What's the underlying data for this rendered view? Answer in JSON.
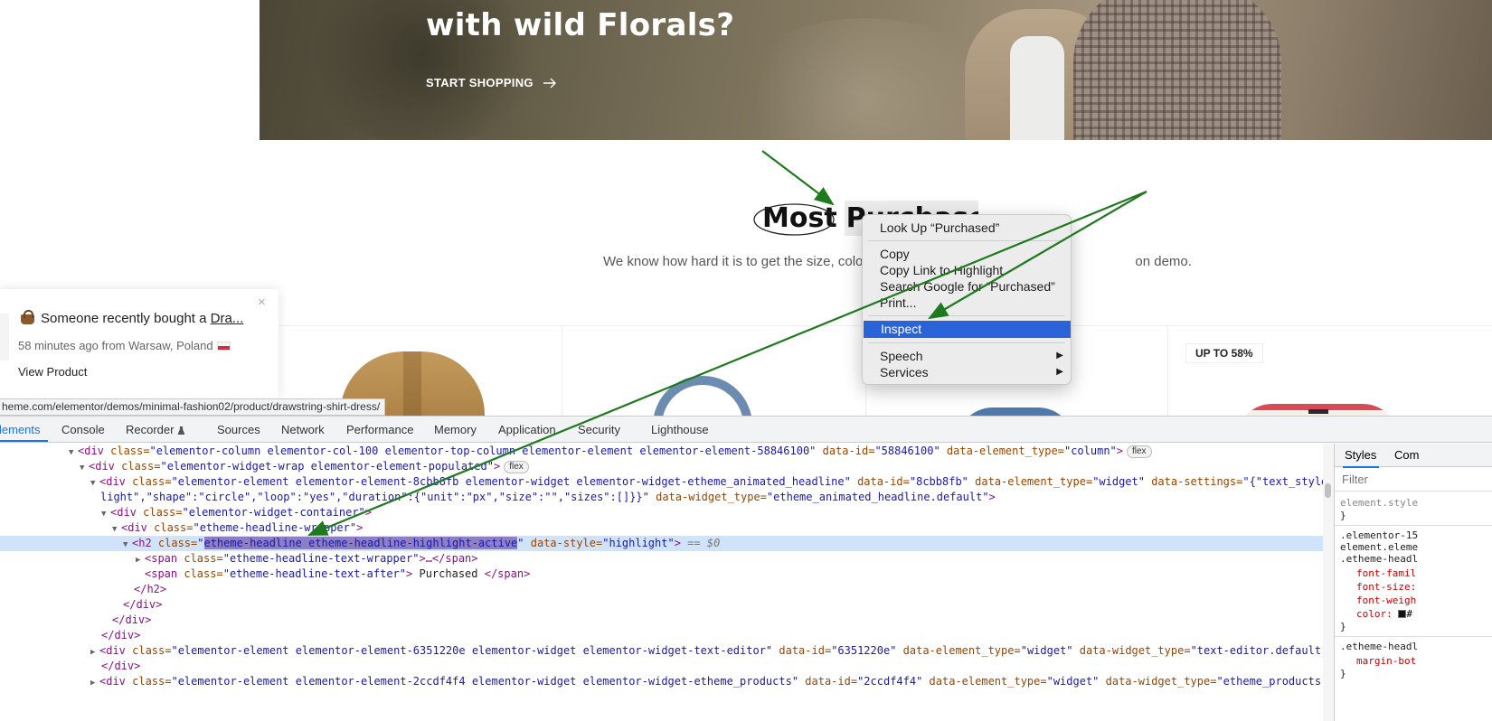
{
  "hero": {
    "title": "with wild Florals?",
    "cta_label": "START SHOPPING"
  },
  "section": {
    "headline_before": "Most",
    "headline_after": "Purchased",
    "subtext_start": "We know how hard it is to get the size, color",
    "subtext_end": "on demo."
  },
  "products": {
    "sale_badge": "UP TO 58%"
  },
  "notification": {
    "text": "Someone recently bought a",
    "product_link": "Dra...",
    "time": "58 minutes ago from Warsaw, Poland",
    "view_label": "View Product",
    "close": "×"
  },
  "status_url": "heme.com/elementor/demos/minimal-fashion02/product/drawstring-shirt-dress/",
  "context_menu": {
    "items": [
      "Look Up “Purchased”",
      "Copy",
      "Copy Link to Highlight",
      "Search Google for “Purchased”",
      "Print...",
      "Inspect",
      "Speech",
      "Services"
    ]
  },
  "devtools": {
    "tabs": [
      "lements",
      "Console",
      "Recorder",
      "Sources",
      "Network",
      "Performance",
      "Memory",
      "Application",
      "Security",
      "Lighthouse"
    ],
    "dom": {
      "l1": {
        "tag": "<div ",
        "a1": "class=",
        "v1": "\"elementor-column elementor-col-100 elementor-top-column elementor-element elementor-element-58846100\"",
        "a2": " data-id=",
        "v2": "\"58846100\"",
        "a3": " data-element_type=",
        "v3": "\"column\"",
        "close": ">",
        "pill": "flex"
      },
      "l2": {
        "tag": "<div ",
        "a1": "class=",
        "v1": "\"elementor-widget-wrap elementor-element-populated\"",
        "close": ">",
        "pill": "flex"
      },
      "l3": {
        "tag": "<div ",
        "a1": "class=",
        "v1": "\"elementor-element elementor-element-8cbb8fb elementor-widget elementor-widget-etheme_animated_headline\"",
        "a2": " data-id=",
        "v2": "\"8cbb8fb\"",
        "a3": " data-element_type=",
        "v3": "\"widget\"",
        "a4": " data-settings=",
        "v4": "\"{\"text_style\":\"high"
      },
      "l3b": {
        "v": "light\",\"shape\":\"circle\",\"loop\":\"yes\",\"duration\":{\"unit\":\"px\",\"size\":\"\",\"sizes\":[]}}\"",
        "a": " data-widget_type=",
        "v2": "\"etheme_animated_headline.default\"",
        "close": ">"
      },
      "l4": {
        "tag": "<div ",
        "a1": "class=",
        "v1": "\"elementor-widget-container\"",
        "close": ">"
      },
      "l5": {
        "tag": "<div ",
        "a1": "class=",
        "v1": "\"etheme-headline-wrapper\"",
        "close": ">"
      },
      "l6": {
        "tag": "<h2 ",
        "a1": "class=",
        "q": "\"",
        "v1": "etheme-headline etheme-headline-highlight-active",
        "a2": " data-style=",
        "v2": "\"highlight\"",
        "close": ">",
        "eq": " == ",
        "dollar": "$0"
      },
      "l7": {
        "tag": "<span ",
        "a1": "class=",
        "v1": "\"etheme-headline-text-wrapper\"",
        "close": ">…</span>"
      },
      "l8": {
        "tag": "<span ",
        "a1": "class=",
        "v1": "\"etheme-headline-text-after\"",
        "close": ">",
        "text": " Purchased ",
        "end": "</span>"
      },
      "l9": "</h2>",
      "l10": "</div>",
      "l11": "</div>",
      "l12": "</div>",
      "l13": {
        "tag": "<div ",
        "a1": "class=",
        "v1": "\"elementor-element elementor-element-6351220e elementor-widget elementor-widget-text-editor\"",
        "a2": " data-id=",
        "v2": "\"6351220e\"",
        "a3": " data-element_type=",
        "v3": "\"widget\"",
        "a4": " data-widget_type=",
        "v4": "\"text-editor.default\"",
        "close": ">…"
      },
      "l14": "</div>",
      "l15": {
        "tag": "<div ",
        "a1": "class=",
        "v1": "\"elementor-element elementor-element-2ccdf4f4 elementor-widget elementor-widget-etheme_products\"",
        "a2": " data-id=",
        "v2": "\"2ccdf4f4\"",
        "a3": " data-element_type=",
        "v3": "\"widget\"",
        "a4": " data-widget_type=",
        "v4": "\"etheme_products.defaul"
      }
    },
    "styles": {
      "tabs": [
        "Styles",
        "Com"
      ],
      "filter_placeholder": "Filter",
      "r1_sel": "element.style",
      "r1_close": "}",
      "r2_sel1": ".elementor-15",
      "r2_sel2": "element.eleme",
      "r2_sel3": ".etheme-headl",
      "r2_p1": "font-famil",
      "r2_p2": "font-size:",
      "r2_p3": "font-weigh",
      "r2_p4": "color:",
      "r2_v4": "#",
      "r2_close": "}",
      "r3_sel": ".etheme-headl",
      "r3_p1": "margin-bot",
      "r3_close": "}"
    }
  },
  "colors": {
    "menu_highlight": "#2a63d8",
    "devtools_active_tab": "#1a73e8",
    "selected_dom_row": "#cfe3fb",
    "annotation_arrow": "#1f7a1f"
  }
}
